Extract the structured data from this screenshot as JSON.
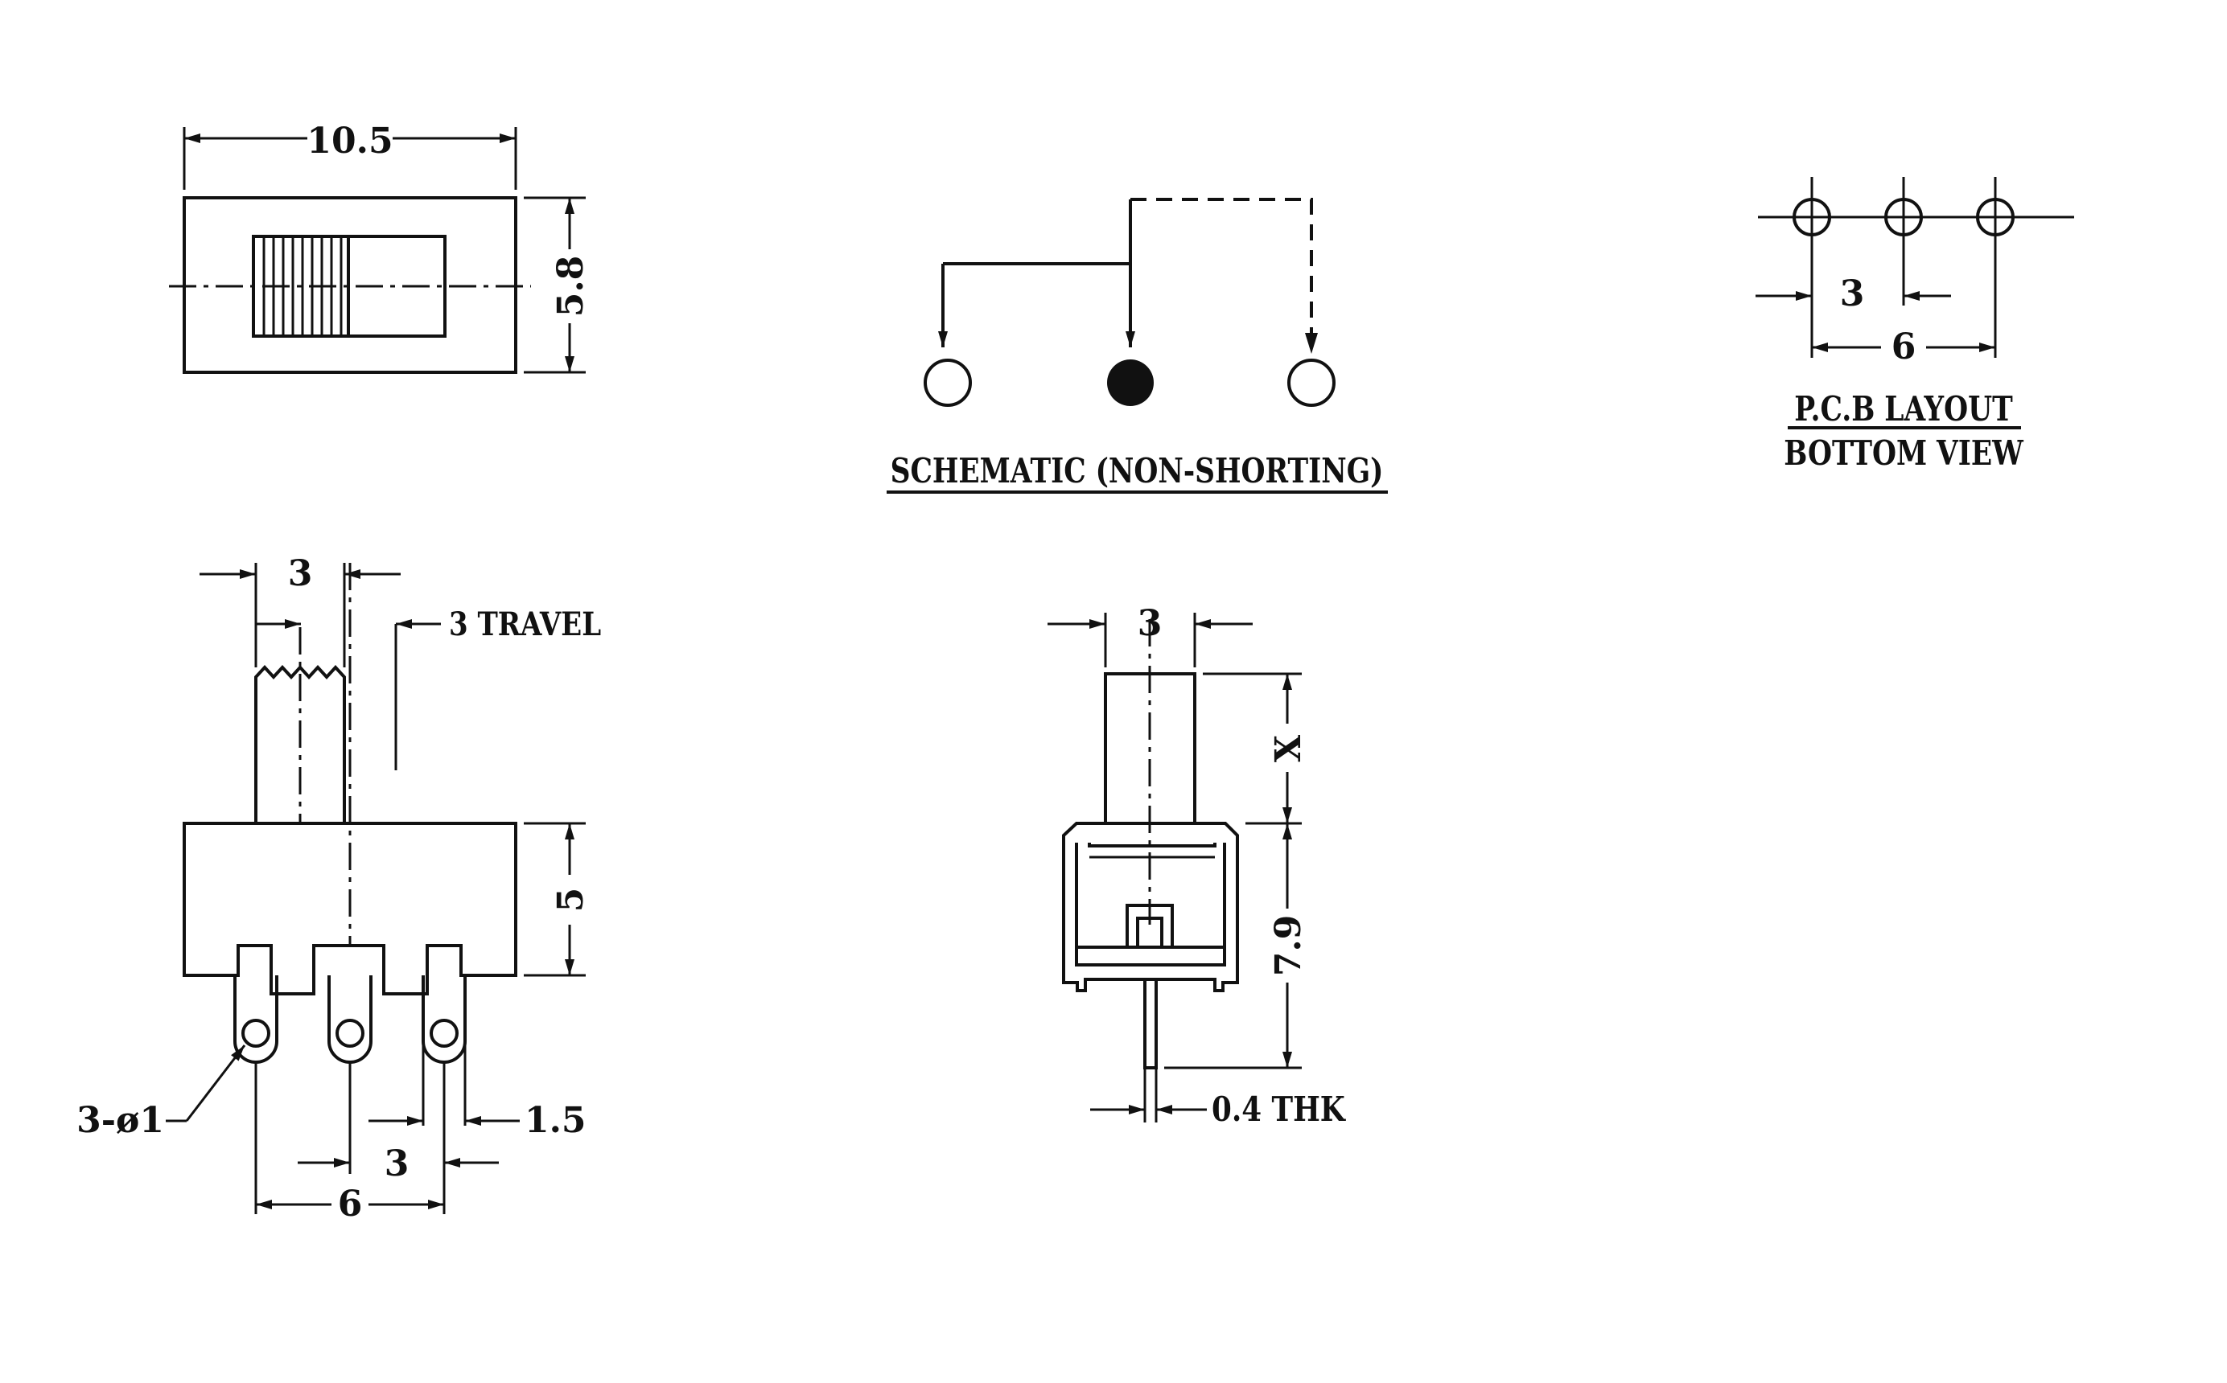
{
  "top_view": {
    "width_dim": "10.5",
    "height_dim": "5.8"
  },
  "schematic": {
    "caption": "SCHEMATIC (NON-SHORTING)"
  },
  "pcb_layout": {
    "pitch_dim": "3",
    "span_dim": "6",
    "caption_line1": "P.C.B LAYOUT",
    "caption_line2": "BOTTOM VIEW"
  },
  "front_view": {
    "actuator_width": "3",
    "travel": "3 TRAVEL",
    "body_height": "5",
    "hole_callout": "3-ø1",
    "pin_offset": "1.5",
    "pin_pitch": "3",
    "pin_span": "6"
  },
  "side_view": {
    "actuator_width": "3",
    "actuator_height": "X",
    "body_height": "7.9",
    "pin_thickness": "0.4 THK"
  }
}
